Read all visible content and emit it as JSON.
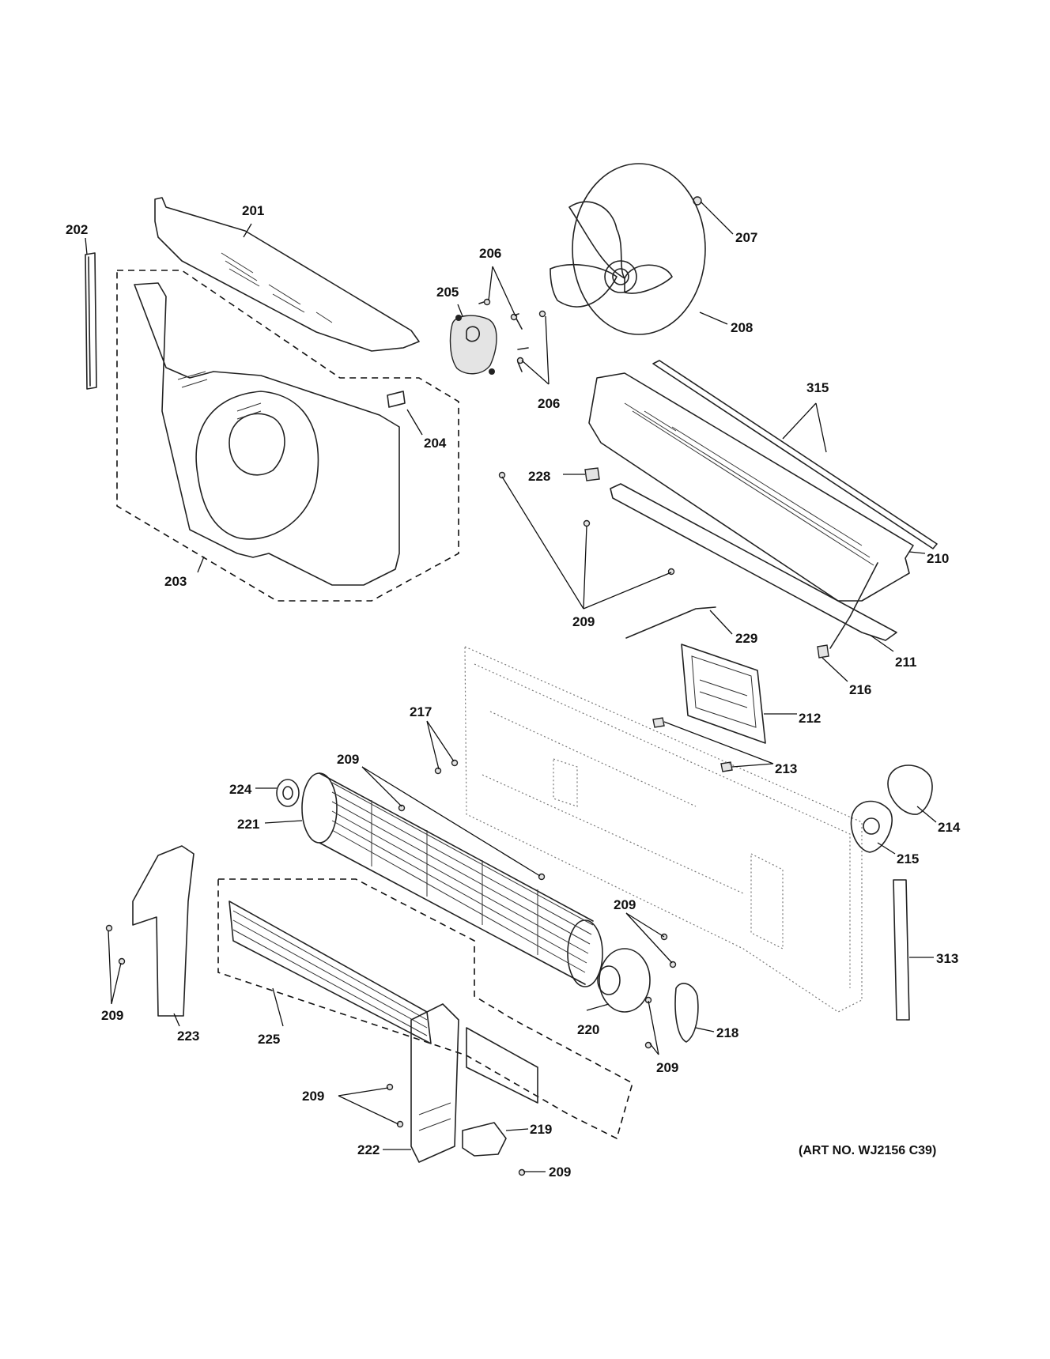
{
  "art_number": "(ART NO. WJ2156 C39)",
  "callouts": {
    "c201": "201",
    "c202": "202",
    "c203": "203",
    "c204": "204",
    "c205": "205",
    "c206a": "206",
    "c206b": "206",
    "c207": "207",
    "c208": "208",
    "c315": "315",
    "c228": "228",
    "c210": "210",
    "c209a": "209",
    "c229": "229",
    "c211": "211",
    "c216": "216",
    "c212": "212",
    "c217": "217",
    "c213": "213",
    "c209b": "209",
    "c224": "224",
    "c221": "221",
    "c214": "214",
    "c215": "215",
    "c313": "313",
    "c209c": "209",
    "c220": "220",
    "c218": "218",
    "c209d": "209",
    "c209e": "209",
    "c223": "223",
    "c225": "225",
    "c209f": "209",
    "c219": "219",
    "c222": "222",
    "c209g": "209"
  }
}
